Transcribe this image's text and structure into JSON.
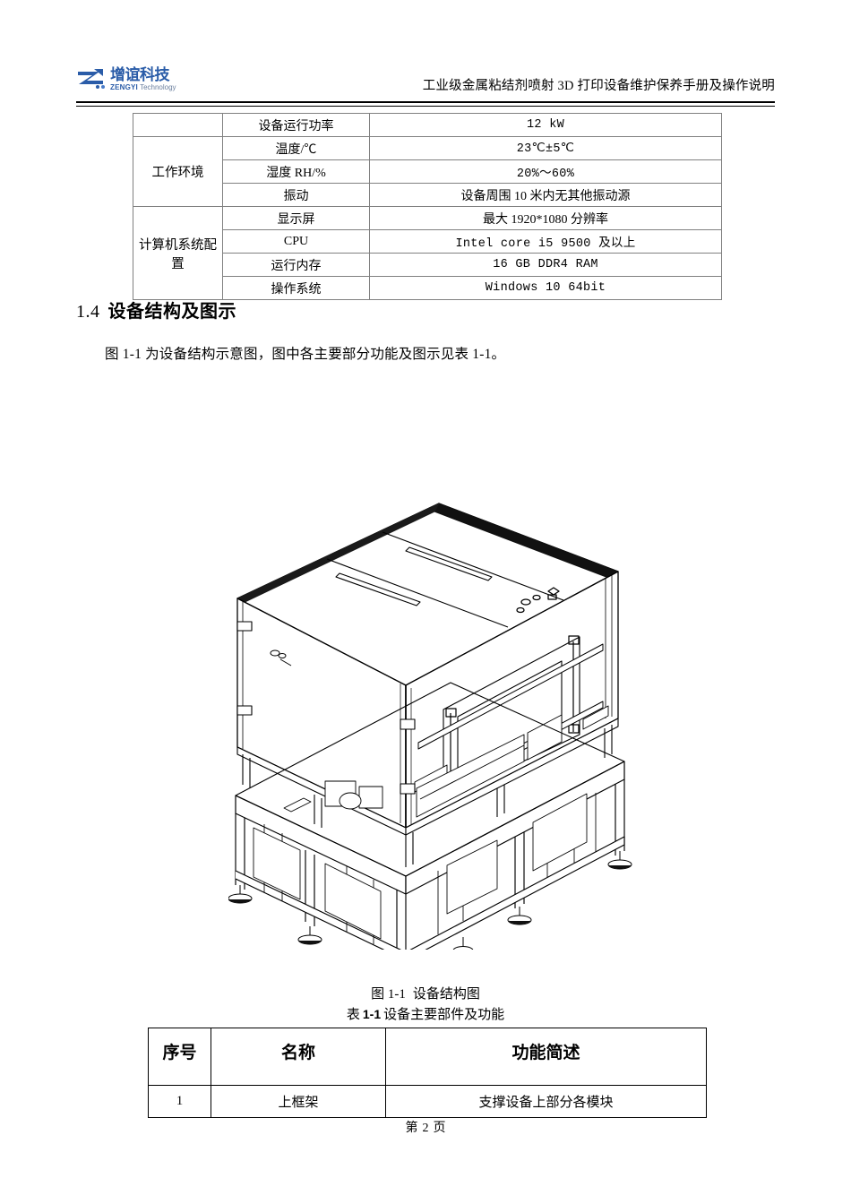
{
  "header": {
    "logo": {
      "mark": "z-logo-icon",
      "chinese_name": "增谊科技",
      "english_name_bold": "ZENGYI",
      "english_name_light": "Technology",
      "brand_color": "#2a5ca8"
    },
    "title": "工业级金属粘结剂喷射 3D 打印设备维护保养手册及操作说明"
  },
  "spec_table": {
    "rows": [
      {
        "group": "",
        "item": "设备运行功率",
        "value": "12  kW",
        "value_mono": true,
        "group_rowspan": 0
      },
      {
        "group": "工作环境",
        "item": "温度/℃",
        "value": "23℃±5℃",
        "value_mono": true,
        "group_rowspan": 3
      },
      {
        "group": "",
        "item": "湿度 RH/%",
        "value": "20%～60%",
        "value_mono": true,
        "group_rowspan": 0
      },
      {
        "group": "",
        "item": "振动",
        "value": "设备周围 10 米内无其他振动源",
        "value_mono": false,
        "group_rowspan": 0
      },
      {
        "group": "计算机系统配置",
        "item": "显示屏",
        "value": "最大 1920*1080 分辨率",
        "value_mono": false,
        "group_rowspan": 4
      },
      {
        "group": "",
        "item": "CPU",
        "value": "Intel core i5 9500 及以上",
        "value_mono": true,
        "group_rowspan": 0
      },
      {
        "group": "",
        "item": "运行内存",
        "value": "16 GB DDR4 RAM",
        "value_mono": true,
        "group_rowspan": 0
      },
      {
        "group": "",
        "item": "操作系统",
        "value": "Windows 10 64bit",
        "value_mono": true,
        "group_rowspan": 0
      }
    ]
  },
  "section": {
    "number": "1.4",
    "title": "设备结构及图示"
  },
  "paragraph": "图 1-1 为设备结构示意图，图中各主要部分功能及图示见表 1-1。",
  "figure": {
    "name": "equipment-structure-diagram",
    "description": "设备结构示意图 — 金属粘结剂喷射 3D 打印设备等轴测线框图",
    "caption_label": "图 1-1",
    "caption_text": "设备结构图"
  },
  "table_caption": {
    "label_prefix": "表",
    "number": "1-1",
    "text": "设备主要部件及功能"
  },
  "parts_table": {
    "headers": [
      "序号",
      "名称",
      "功能简述"
    ],
    "rows": [
      {
        "no": "1",
        "name": "上框架",
        "desc": "支撑设备上部分各模块"
      }
    ]
  },
  "footer": {
    "prefix": "第",
    "page_number": "2",
    "suffix": "页"
  }
}
